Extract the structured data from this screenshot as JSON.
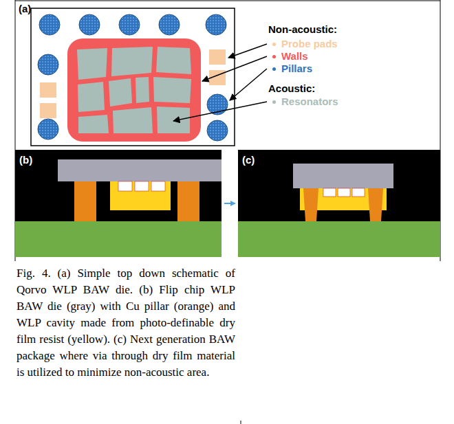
{
  "diagram": {
    "caption": "Fig. 4.  (a) Simple top down schematic of Qorvo WLP BAW die. (b) Flip chip WLP BAW die (gray) with Cu pillar (orange) and WLP cavity made from photo-definable dry film resist (yellow). (c) Next generation BAW package where via through dry film material is utilized to minimize non-acoustic area.",
    "labels": [
      "(a)",
      "Non-acoustic:",
      "Acoustic:",
      "(b)",
      "(c)"
    ],
    "legend": [
      {
        "text": "Probe pads",
        "color": "#f8cba0"
      },
      {
        "text": "Walls",
        "color": "#f25b5b"
      },
      {
        "text": "Pillars",
        "color": "#2f74c0"
      },
      {
        "text": "Resonators",
        "color": "#a9bdb8"
      }
    ]
  }
}
